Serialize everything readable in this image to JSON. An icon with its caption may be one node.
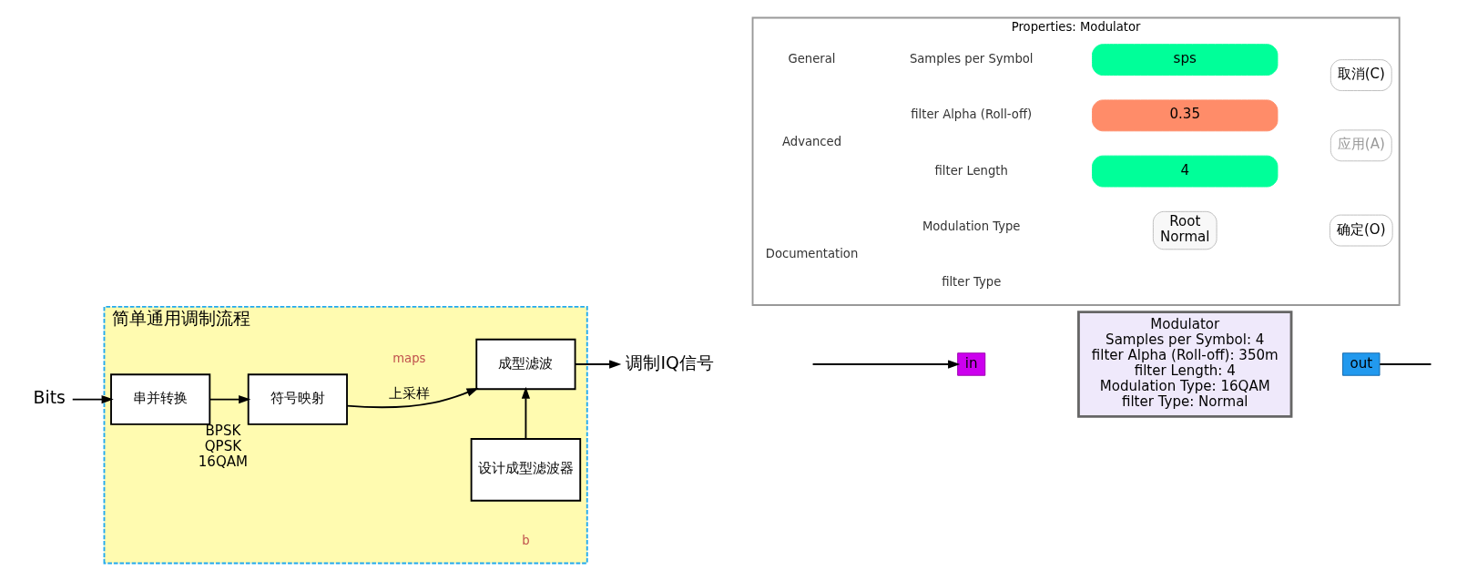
{
  "diagram": {
    "nodes": [
      {
        "text": [
          "简单通用调制流程"
        ]
      },
      {
        "text": [
          "串并转换"
        ],
        "in": 0
      },
      {
        "text": [
          "符号映射"
        ],
        "in": 0,
        "beside": [
          "BPSK",
          "QPSK",
          "16QAM"
        ]
      },
      {
        "text": [
          "设计成型滤波器"
        ],
        "in": 0
      },
      {
        "text": [
          "成型滤波"
        ],
        "in": 0
      },
      {
        "text": [
          "Bits"
        ]
      },
      {
        "text": [
          "调制IQ信号"
        ]
      },
      {
        "text": [
          "Modulator",
          "Samples per Symbol: 4",
          "filter Alpha (Roll-off): 350m",
          "filter Length: 4",
          "Modulation Type: 16QAM",
          "filter Type: Normal"
        ]
      },
      {
        "text": [
          "in"
        ]
      },
      {
        "text": [
          "out"
        ]
      },
      {
        "text": [
          "Properties: Modulator"
        ]
      },
      {
        "text": [
          "sps"
        ],
        "in": 10
      },
      {
        "text": [
          "0.35"
        ],
        "in": 10
      },
      {
        "text": [
          "4"
        ],
        "in": 10
      },
      {
        "text": [
          "Root",
          "Normal"
        ],
        "in": 10
      },
      {
        "text": [
          "确定(O)"
        ],
        "in": 10
      },
      {
        "text": [
          "取消(C)"
        ],
        "in": 10
      },
      {
        "text": [
          "应用(A)"
        ],
        "in": 10
      }
    ],
    "edges": [
      {
        "from": 5,
        "to": 1,
        "arrow": "to"
      },
      {
        "from": 1,
        "to": 2,
        "arrow": "to"
      },
      {
        "from": 2,
        "to": 4,
        "arrow": "to",
        "label": "上采样"
      },
      {
        "from": 3,
        "to": 4,
        "arrow": "to"
      },
      {
        "from": 4,
        "to": 6,
        "arrow": "to"
      },
      {
        "from": null,
        "to": 8,
        "arrow": "to"
      },
      {
        "from": 9,
        "to": null,
        "arrow": "none"
      }
    ],
    "labels": [
      "maps",
      "b",
      "General",
      "Advanced",
      "Documentation",
      "Samples per Symbol",
      "filter Alpha (Roll-off)",
      "filter Length",
      "Modulation Type",
      "filter Type"
    ]
  }
}
